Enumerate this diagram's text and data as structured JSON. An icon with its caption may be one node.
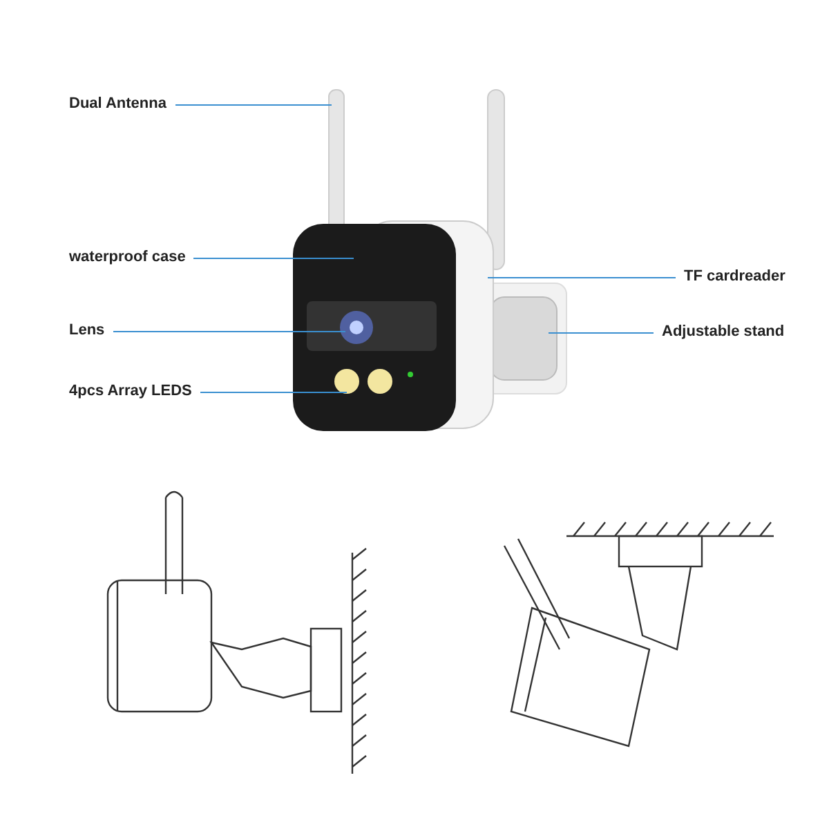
{
  "diagram": {
    "nodes": [
      {
        "text": [
          "Dual Antenna"
        ]
      },
      {
        "text": [
          "waterproof case"
        ]
      },
      {
        "text": [
          "Lens"
        ]
      },
      {
        "text": [
          "4pcs Array LEDS"
        ]
      },
      {
        "text": [
          "TF cardreader"
        ]
      },
      {
        "text": [
          "Adjustable stand"
        ]
      }
    ],
    "edges": [
      {
        "from": 0,
        "to": null,
        "arrow": "none"
      },
      {
        "from": 1,
        "to": null,
        "arrow": "none"
      },
      {
        "from": 2,
        "to": null,
        "arrow": "none"
      },
      {
        "from": 3,
        "to": null,
        "arrow": "none"
      },
      {
        "from": 4,
        "to": null,
        "arrow": "none"
      },
      {
        "from": 5,
        "to": null,
        "arrow": "none"
      }
    ]
  }
}
